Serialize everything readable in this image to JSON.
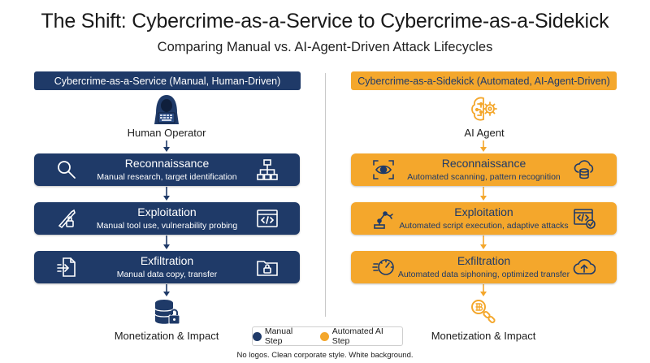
{
  "title": "The Shift: Cybercrime-as-a-Service to Cybercrime-as-a-Sidekick",
  "subtitle": "Comparing Manual vs. AI-Agent-Driven Attack Lifecycles",
  "colors": {
    "manual": "#1f3a68",
    "ai": "#f4a72c",
    "divider": "#c8c8c8"
  },
  "left": {
    "header": "Cybercrime-as-a-Service (Manual, Human-Driven)",
    "actor": {
      "label": "Human Operator",
      "icon": "hacker-hoodie-laptop-icon"
    },
    "steps": [
      {
        "title": "Reconnaissance",
        "desc": "Manual research, target identification",
        "icon_left": "magnifier-icon",
        "icon_right": "network-hierarchy-icon"
      },
      {
        "title": "Exploitation",
        "desc": "Manual tool use, vulnerability probing",
        "icon_left": "lockpick-icon",
        "icon_right": "code-window-icon"
      },
      {
        "title": "Exfiltration",
        "desc": "Manual data copy, transfer",
        "icon_left": "file-export-icon",
        "icon_right": "locked-folder-icon"
      }
    ],
    "end": {
      "label": "Monetization & Impact",
      "icon": "database-lock-icon"
    }
  },
  "right": {
    "header": "Cybercrime-as-a-Sidekick (Automated, AI-Agent-Driven)",
    "actor": {
      "label": "AI Agent",
      "icon": "brain-gear-icon"
    },
    "steps": [
      {
        "title": "Reconnaissance",
        "desc": "Automated scanning, pattern recognition",
        "icon_left": "eye-scan-icon",
        "icon_right": "database-cloud-icon"
      },
      {
        "title": "Exploitation",
        "desc": "Automated script execution, adaptive attacks",
        "icon_left": "robot-arm-icon",
        "icon_right": "code-window-check-icon"
      },
      {
        "title": "Exfiltration",
        "desc": "Automated data siphoning, optimized transfer",
        "icon_left": "speed-gauge-icon",
        "icon_right": "cloud-upload-icon"
      }
    ],
    "end": {
      "label": "Monetization & Impact",
      "icon": "bitcoin-chain-icon"
    }
  },
  "legend": {
    "manual": "Manual Step",
    "ai": "Automated AI Step"
  },
  "footnote": "No logos. Clean corporate style. White background."
}
